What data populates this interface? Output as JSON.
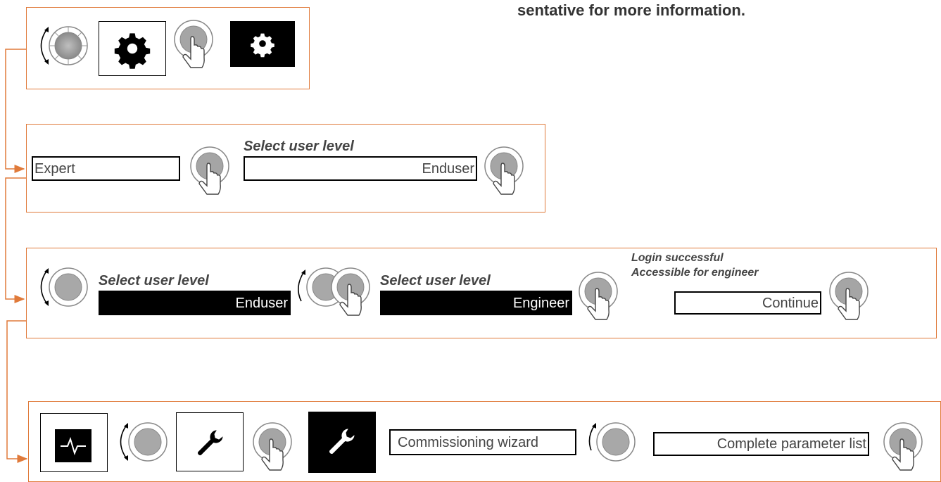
{
  "header_note": "sentative for more information.",
  "colors": {
    "flow": "#e07a3a",
    "knob": "#777777",
    "ink": "#000000"
  },
  "steps": [
    {
      "id": "step1",
      "icons": [
        "rotate-knob",
        "gear-icon",
        "press-knob",
        "gear-icon-selected"
      ]
    },
    {
      "id": "step2",
      "field_left": "Expert",
      "caption": "Select user level",
      "field_right": "Enduser"
    },
    {
      "id": "step3",
      "caption_a": "Select user level",
      "value_a": "Enduser",
      "caption_b": "Select user level",
      "value_b": "Engineer",
      "status_line1": "Login successful",
      "status_line2": "Accessible for engineer",
      "continue_label": "Continue"
    },
    {
      "id": "step4",
      "icons": [
        "pulse-icon",
        "wrench-icon",
        "wrench-icon-selected"
      ],
      "menu_a": "Commissioning wizard",
      "menu_b": "Complete parameter list"
    }
  ]
}
